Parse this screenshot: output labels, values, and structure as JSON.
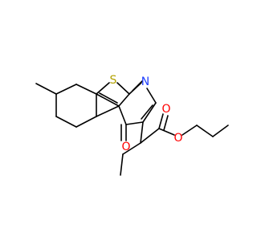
{
  "molecule": {
    "atoms": {
      "sulfur": {
        "label": "S",
        "color": "#b2a100"
      },
      "nitrogen": {
        "label": "N",
        "color": "#1f3fff"
      },
      "carbonyl_oxygen": {
        "label": "O",
        "color": "#ff0000"
      },
      "ester_carbonyl_oxygen": {
        "label": "O",
        "color": "#ff0000"
      },
      "ester_oxygen": {
        "label": "O",
        "color": "#ff0000"
      }
    },
    "bond_color": "#000000"
  }
}
